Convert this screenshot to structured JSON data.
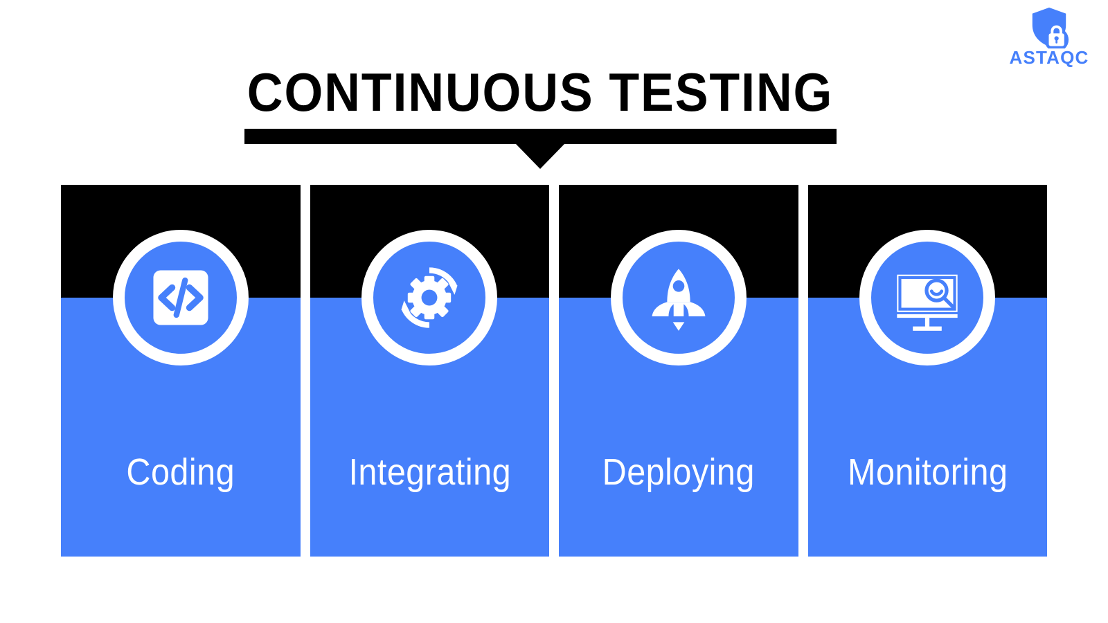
{
  "brand": {
    "name": "ASTAQC",
    "logo_icon": "shield-lock-icon",
    "color": "#4680fb"
  },
  "header": {
    "title": "CONTINUOUS TESTING",
    "title_color": "#000000",
    "bar_color": "#000000",
    "arrow_icon": "triangle-down-icon"
  },
  "theme": {
    "background": "#ffffff",
    "accent_blue": "#4680fb",
    "card_top": "#000000",
    "text_on_accent": "#ffffff"
  },
  "stages": [
    {
      "label": "Coding",
      "icon": "code-brackets-icon"
    },
    {
      "label": "Integrating",
      "icon": "gear-refresh-icon"
    },
    {
      "label": "Deploying",
      "icon": "rocket-icon"
    },
    {
      "label": "Monitoring",
      "icon": "monitor-magnifier-icon"
    }
  ]
}
